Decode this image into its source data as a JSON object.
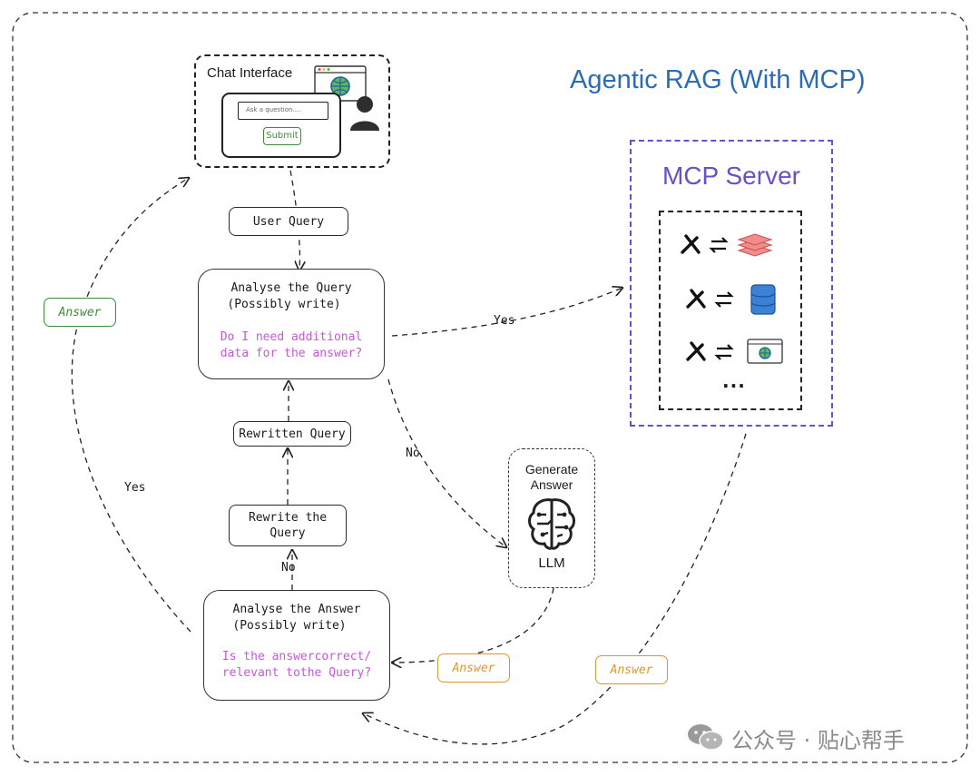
{
  "title": "Agentic RAG (With MCP)",
  "chat": {
    "title": "Chat Interface",
    "input_placeholder": "Ask a question....",
    "submit_label": "Submit"
  },
  "mcp": {
    "title": "MCP Server",
    "tools": [
      "layers-stack-icon",
      "database-icon",
      "browser-globe-icon"
    ],
    "more": "..."
  },
  "nodes": {
    "user_query": "User Query",
    "analyse_query": {
      "line1": "Analyse the Query",
      "line2": "(Possibly write)",
      "q1": "Do I need additional",
      "q2": "data for the answer?"
    },
    "rewritten_query": "Rewritten Query",
    "rewrite_query": {
      "line1": "Rewrite the",
      "line2": "Query"
    },
    "analyse_answer": {
      "line1": "Analyse the Answer",
      "line2": "(Possibly write)",
      "q1": "Is the answercorrect/",
      "q2": "relevant tothe Query?"
    },
    "generate": {
      "line1": "Generate",
      "line2": "Answer",
      "llm": "LLM"
    }
  },
  "edges": {
    "yes_mcp": "Yes",
    "no_llm": "No",
    "no_rewrite": "No",
    "yes_chat": "Yes",
    "answer_chat": "Answer",
    "answer_llm": "Answer",
    "answer_mcp": "Answer"
  },
  "watermark": "公众号 · 贴心帮手",
  "colors": {
    "title": "#2b6cb8",
    "mcp": "#6a4fc8",
    "purple_text": "#c45ad6",
    "answer_green": "#3a8c3a",
    "answer_orange": "#e0962e"
  }
}
